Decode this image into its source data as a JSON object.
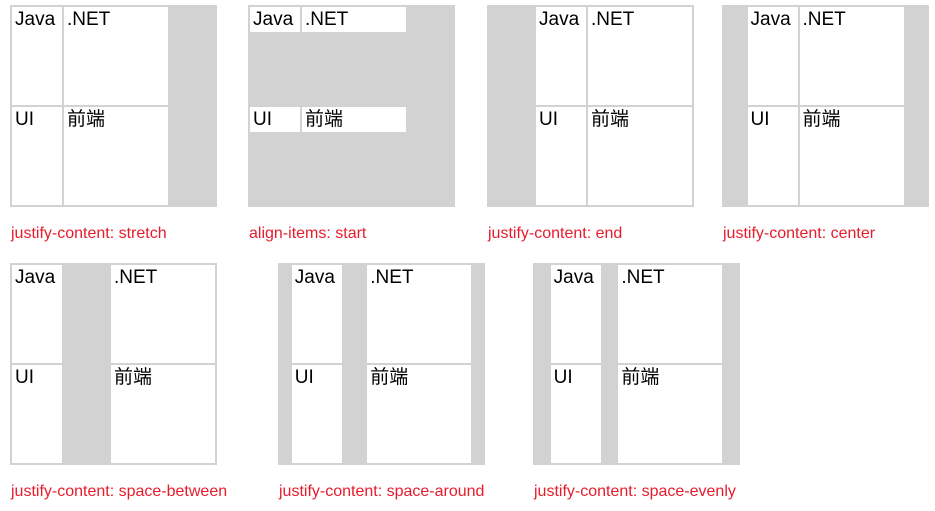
{
  "cells": {
    "c1": "Java",
    "c2": ".NET",
    "c3": "UI",
    "c4": "前端"
  },
  "panels": [
    {
      "label": "justify-content: stretch"
    },
    {
      "label": "align-items: start"
    },
    {
      "label": "justify-content: end"
    },
    {
      "label": "justify-content: center"
    },
    {
      "label": "justify-content: space-between"
    },
    {
      "label": "justify-content: space-around"
    },
    {
      "label": "justify-content: space-evenly"
    }
  ],
  "colors": {
    "container_gray": "#d2d2d2",
    "cell_background": "#ffffff",
    "cell_text": "#000000",
    "label_red": "#e61c2c",
    "page_background": "#ffffff"
  }
}
